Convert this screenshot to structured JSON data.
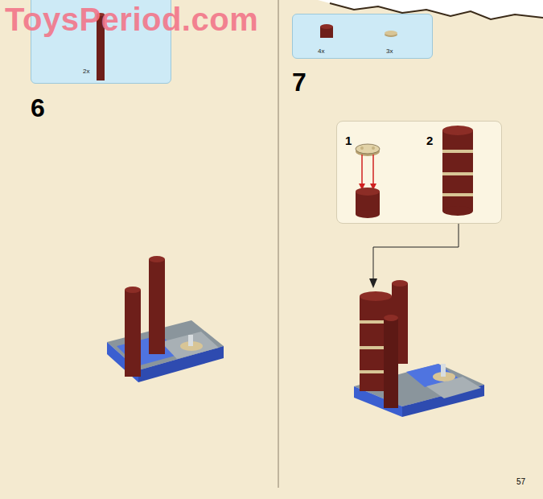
{
  "diagram": {
    "nodes": [
      {
        "text": [
          "2x"
        ]
      },
      {
        "text": [
          "4x",
          "3x"
        ]
      },
      {
        "text": [
          "1",
          "2"
        ]
      }
    ],
    "labels": [
      "ToysPeriod.com",
      "6",
      "7",
      "57"
    ]
  }
}
